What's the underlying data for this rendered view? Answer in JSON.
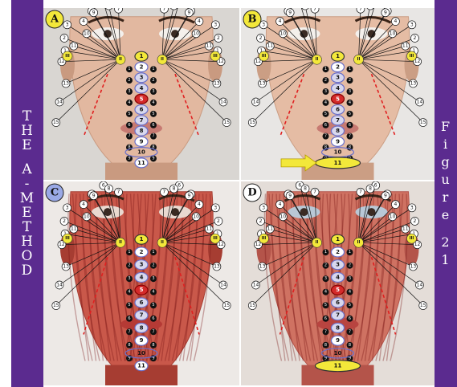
{
  "banner_left": {
    "letters": [
      "T",
      "H",
      "E",
      "",
      "A",
      "-",
      "M",
      "E",
      "T",
      "H",
      "O",
      "D"
    ]
  },
  "banner_right": {
    "letters": [
      "F",
      "i",
      "g",
      "u",
      "r",
      "e",
      "",
      "2",
      "1"
    ]
  },
  "panels": [
    {
      "label": "A",
      "label_color": "#f3e83a"
    },
    {
      "label": "B",
      "label_color": "#f3e83a"
    },
    {
      "label": "C",
      "label_color": "#9aa9e6"
    },
    {
      "label": "D",
      "label_color": "#ffffff"
    }
  ],
  "midline_numbers": [
    "1",
    "2",
    "3",
    "4",
    "5",
    "6",
    "7",
    "8",
    "9",
    "10",
    "11"
  ],
  "outer_numbers": [
    "1",
    "2",
    "3",
    "4",
    "5",
    "6",
    "7",
    "8",
    "9",
    "10",
    "11",
    "12",
    "13",
    "14",
    "15"
  ],
  "roman_numerals": [
    "II",
    "III"
  ],
  "arrow_label": "11",
  "colors": {
    "banner": "#5b2b8f",
    "marker_yellow": "#f3e83a",
    "marker_red": "#d42a2a",
    "marker_blue": "#6a6fc9",
    "line_red": "#e02020"
  }
}
